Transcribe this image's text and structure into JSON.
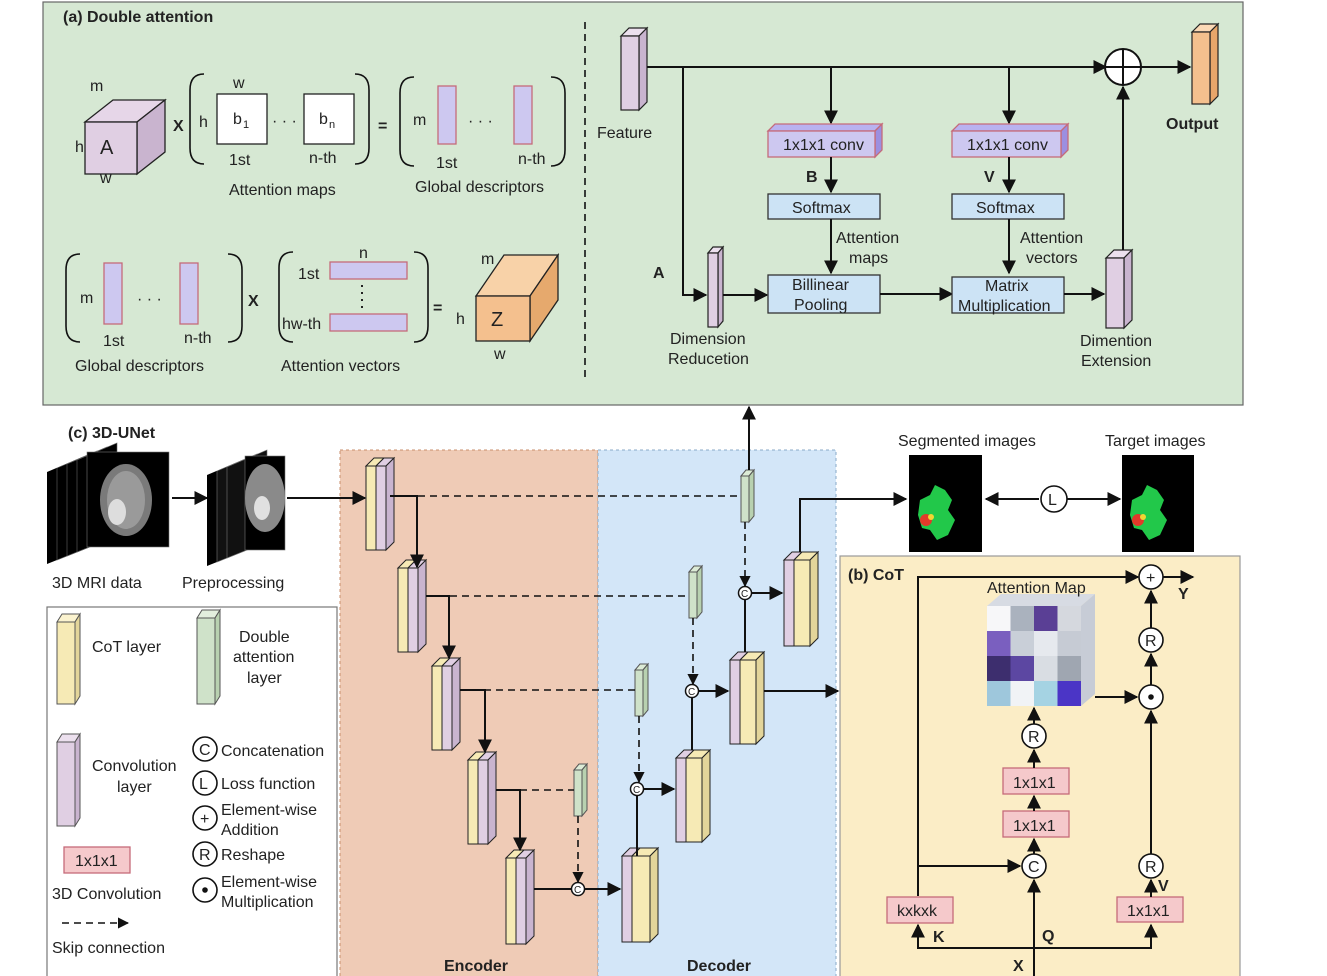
{
  "colors": {
    "panel_a_bg": "#d6e8d3",
    "encoder_bg": "#efcbb6",
    "decoder_bg": "#d3e6f8",
    "panel_b_bg": "#fbedc6",
    "conv_layer": "#e0cfe3",
    "cot_layer": "#f6eab5",
    "double_attention_layer": "#cfe2c9",
    "op_box": "#cce3f5",
    "conv3d_box": "#f5c9cb",
    "feature_z": "#f4c08e"
  },
  "panel_a": {
    "title": "(a) Double attention",
    "eq1": {
      "m": "m",
      "h": "h",
      "w": "w",
      "A": "A",
      "times": "X",
      "att_h": "h",
      "att_w": "w",
      "b1": "b",
      "b1_sub": "1",
      "bn": "b",
      "bn_sub": "n",
      "dots": "· · ·",
      "first": "1st",
      "nth": "n-th",
      "att_label": "Attention maps",
      "equals": "=",
      "gd_m": "m",
      "gd_first": "1st",
      "gd_nth": "n-th",
      "gd_label": "Global descriptors"
    },
    "eq2": {
      "gd_m": "m",
      "gd_first": "1st",
      "gd_nth": "n-th",
      "gd_label": "Global descriptors",
      "times": "X",
      "av_n": "n",
      "av_first": "1st",
      "av_hwth": "hw-th",
      "av_label": "Attention vectors",
      "equals": "=",
      "z_m": "m",
      "z_h": "h",
      "z_w": "w",
      "Z": "Z"
    },
    "flow": {
      "feature": "Feature",
      "output": "Output",
      "conv_b": "1x1x1 conv",
      "conv_v": "1x1x1 conv",
      "B": "B",
      "V": "V",
      "A": "A",
      "softmax_b": "Softmax",
      "softmax_v": "Softmax",
      "att_maps_1": "Attention",
      "att_maps_2": "maps",
      "att_vec_1": "Attention",
      "att_vec_2": "vectors",
      "bilinear_1": "Billinear",
      "bilinear_2": "Pooling",
      "matrix_1": "Matrix",
      "matrix_2": "Multiplication",
      "dimred_1": "Dimension",
      "dimred_2": "Reducetion",
      "dimext_1": "Dimention",
      "dimext_2": "Extension"
    }
  },
  "panel_c": {
    "title": "(c) 3D-UNet",
    "mri": "3D MRI data",
    "preprocessing": "Preprocessing",
    "segmented": "Segmented images",
    "target": "Target images",
    "encoder": "Encoder",
    "decoder": "Decoder",
    "loss_symbol": "L",
    "concat_symbol": "C"
  },
  "legend": {
    "cot": "CoT layer",
    "double_1": "Double",
    "double_2": "attention",
    "double_3": "layer",
    "conv_1": "Convolution",
    "conv_2": "layer",
    "conv3d_box": "1x1x1",
    "conv3d": "3D Convolution",
    "skip": "Skip connection",
    "c_sym": "C",
    "c_txt": "Concatenation",
    "l_sym": "L",
    "l_txt": "Loss function",
    "plus_sym": "+",
    "plus_txt1": "Element-wise",
    "plus_txt2": "Addition",
    "r_sym": "R",
    "r_txt": "Reshape",
    "dot_txt1": "Element-wise",
    "dot_txt2": "Multiplication"
  },
  "panel_b": {
    "title": "(b) CoT",
    "attention_map": "Attention Map",
    "Y": "Y",
    "kxkxk": "kxkxk",
    "conv1": "1x1x1",
    "conv2": "1x1x1",
    "conv3": "1x1x1",
    "K": "K",
    "Q": "Q",
    "V": "V",
    "X": "X",
    "R": "R",
    "C": "C",
    "plus": "+"
  }
}
